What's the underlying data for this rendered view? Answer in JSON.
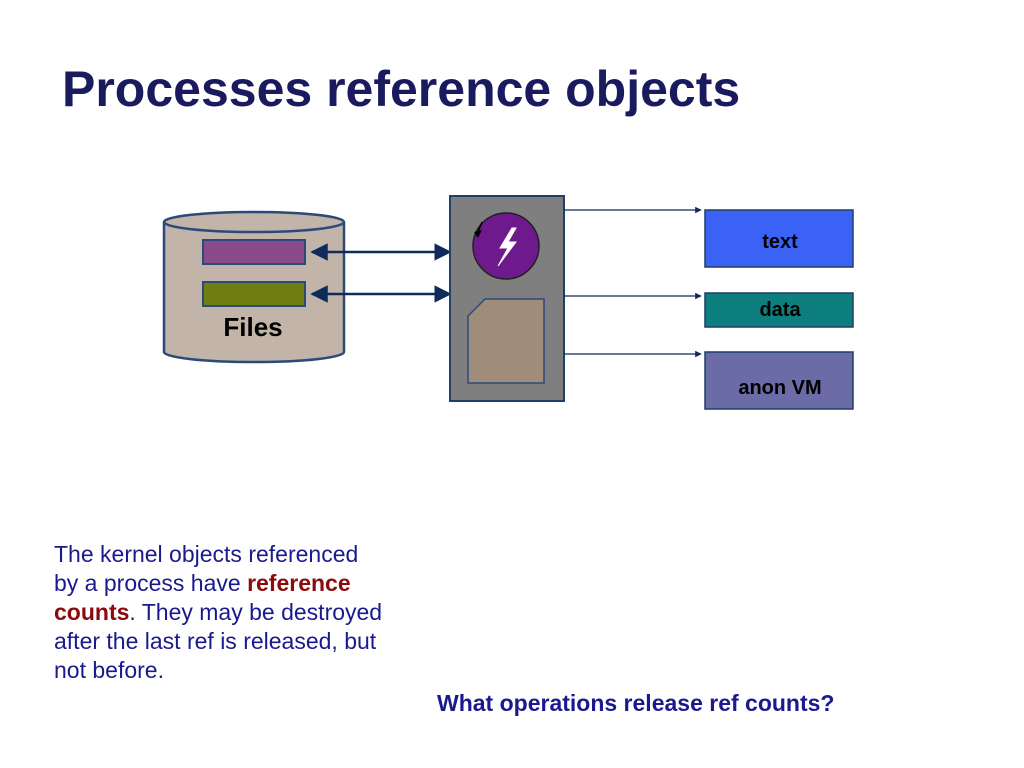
{
  "slide": {
    "title": "Processes reference objects"
  },
  "diagram": {
    "files_label": "Files",
    "segments": {
      "text": {
        "label": "text",
        "color": "#3a63f5"
      },
      "data": {
        "label": "data",
        "color": "#0d7f7f"
      },
      "anon_vm": {
        "label": "anon VM",
        "color": "#6b6ba8"
      }
    },
    "colors": {
      "cylinder_fill": "#c2b4a8",
      "file_entry_1": "#8b4a8a",
      "file_entry_2": "#6e7f10",
      "process_box": "#7f7f7f",
      "thread_circle": "#6e1a8c",
      "memory_box": "#a08c7a",
      "arrow": "#0e2b5c"
    }
  },
  "text": {
    "body_before": "The kernel objects referenced by a process have ",
    "body_highlight": "reference counts",
    "body_after": ". They may be destroyed after the last ref is released, but not before.",
    "question": "What operations release ref counts?"
  }
}
